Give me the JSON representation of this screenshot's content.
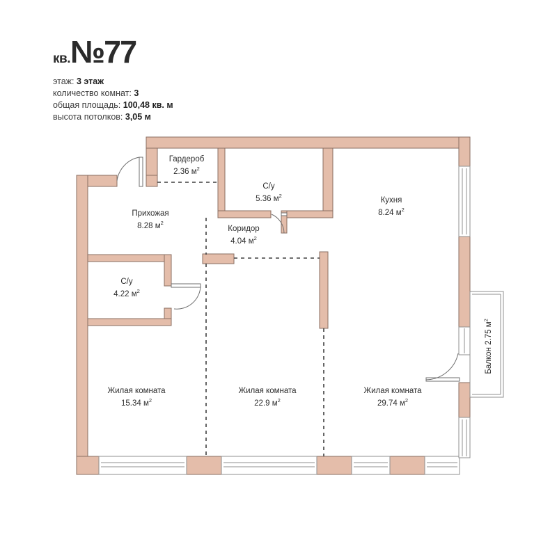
{
  "header": {
    "title_prefix": "кв.",
    "title_number": "№77",
    "specs": [
      {
        "label": "этаж:",
        "value": "3 этаж"
      },
      {
        "label": "количество комнат:",
        "value": "3"
      },
      {
        "label": "общая площадь:",
        "value": "100,48 кв. м"
      },
      {
        "label": "высота потолков:",
        "value": "3,05 м"
      }
    ]
  },
  "plan": {
    "unit": "м",
    "area_superscript": "2",
    "rooms": [
      {
        "id": "wardrobe",
        "name": "Гардероб",
        "area": "2.36",
        "unit": "м"
      },
      {
        "id": "bath-upper",
        "name": "С/у",
        "area": "5.36",
        "unit": "м"
      },
      {
        "id": "kitchen",
        "name": "Кухня",
        "area": "8.24",
        "unit": "м"
      },
      {
        "id": "hallway",
        "name": "Прихожая",
        "area": "8.28",
        "unit": "м"
      },
      {
        "id": "corridor",
        "name": "Коридор",
        "area": "4.04",
        "unit": "м"
      },
      {
        "id": "bath-lower",
        "name": "С/у",
        "area": "4.22",
        "unit": "м"
      },
      {
        "id": "living-left",
        "name": "Жилая комната",
        "area": "15.34",
        "unit": "м"
      },
      {
        "id": "living-mid",
        "name": "Жилая комната",
        "area": "22.9",
        "unit": "м"
      },
      {
        "id": "living-right",
        "name": "Жилая комната",
        "area": "29.74",
        "unit": "м"
      }
    ],
    "balcony": {
      "id": "balcony",
      "name": "Балкон",
      "area": "2.75",
      "unit": "м"
    },
    "colors": {
      "wall_fill": "#e4bdaa",
      "wall_stroke": "#8a6f63",
      "window_line": "#8f8f8f",
      "dashed_line": "#4a4a4a",
      "text": "#2c2c2c",
      "background": "#ffffff"
    }
  }
}
